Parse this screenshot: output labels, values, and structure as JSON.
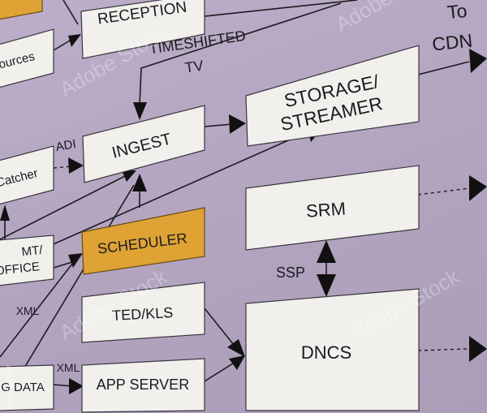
{
  "boxes": {
    "reception": "RECEPTION",
    "sources": "sources",
    "ingest": "INGEST",
    "storage_line1": "STORAGE/",
    "storage_line2": "STREAMER",
    "catcher": "Catcher",
    "srm": "SRM",
    "scheduler": "SCHEDULER",
    "office_line1": "MT/",
    "office_line2": "OFFICE",
    "ted_kls": "TED/KLS",
    "dncs": "DNCS",
    "app_server": "APP SERVER",
    "g_data": "G DATA"
  },
  "labels": {
    "timeshifted_line1": "TIMESHIFTED",
    "timeshifted_line2": "TV",
    "to_line1": "To",
    "to_line2": "CDN",
    "adi": "ADI",
    "ssp": "SSP",
    "xml_left": "XML",
    "xml_bottom": "XML"
  },
  "watermark": {
    "brand": "Adobe Stock",
    "id": "#19582797"
  },
  "colors": {
    "background": "#b7a9c3",
    "box_fill": "#f1f0ec",
    "highlight_box": "#dea334",
    "line": "#1c1a20"
  }
}
